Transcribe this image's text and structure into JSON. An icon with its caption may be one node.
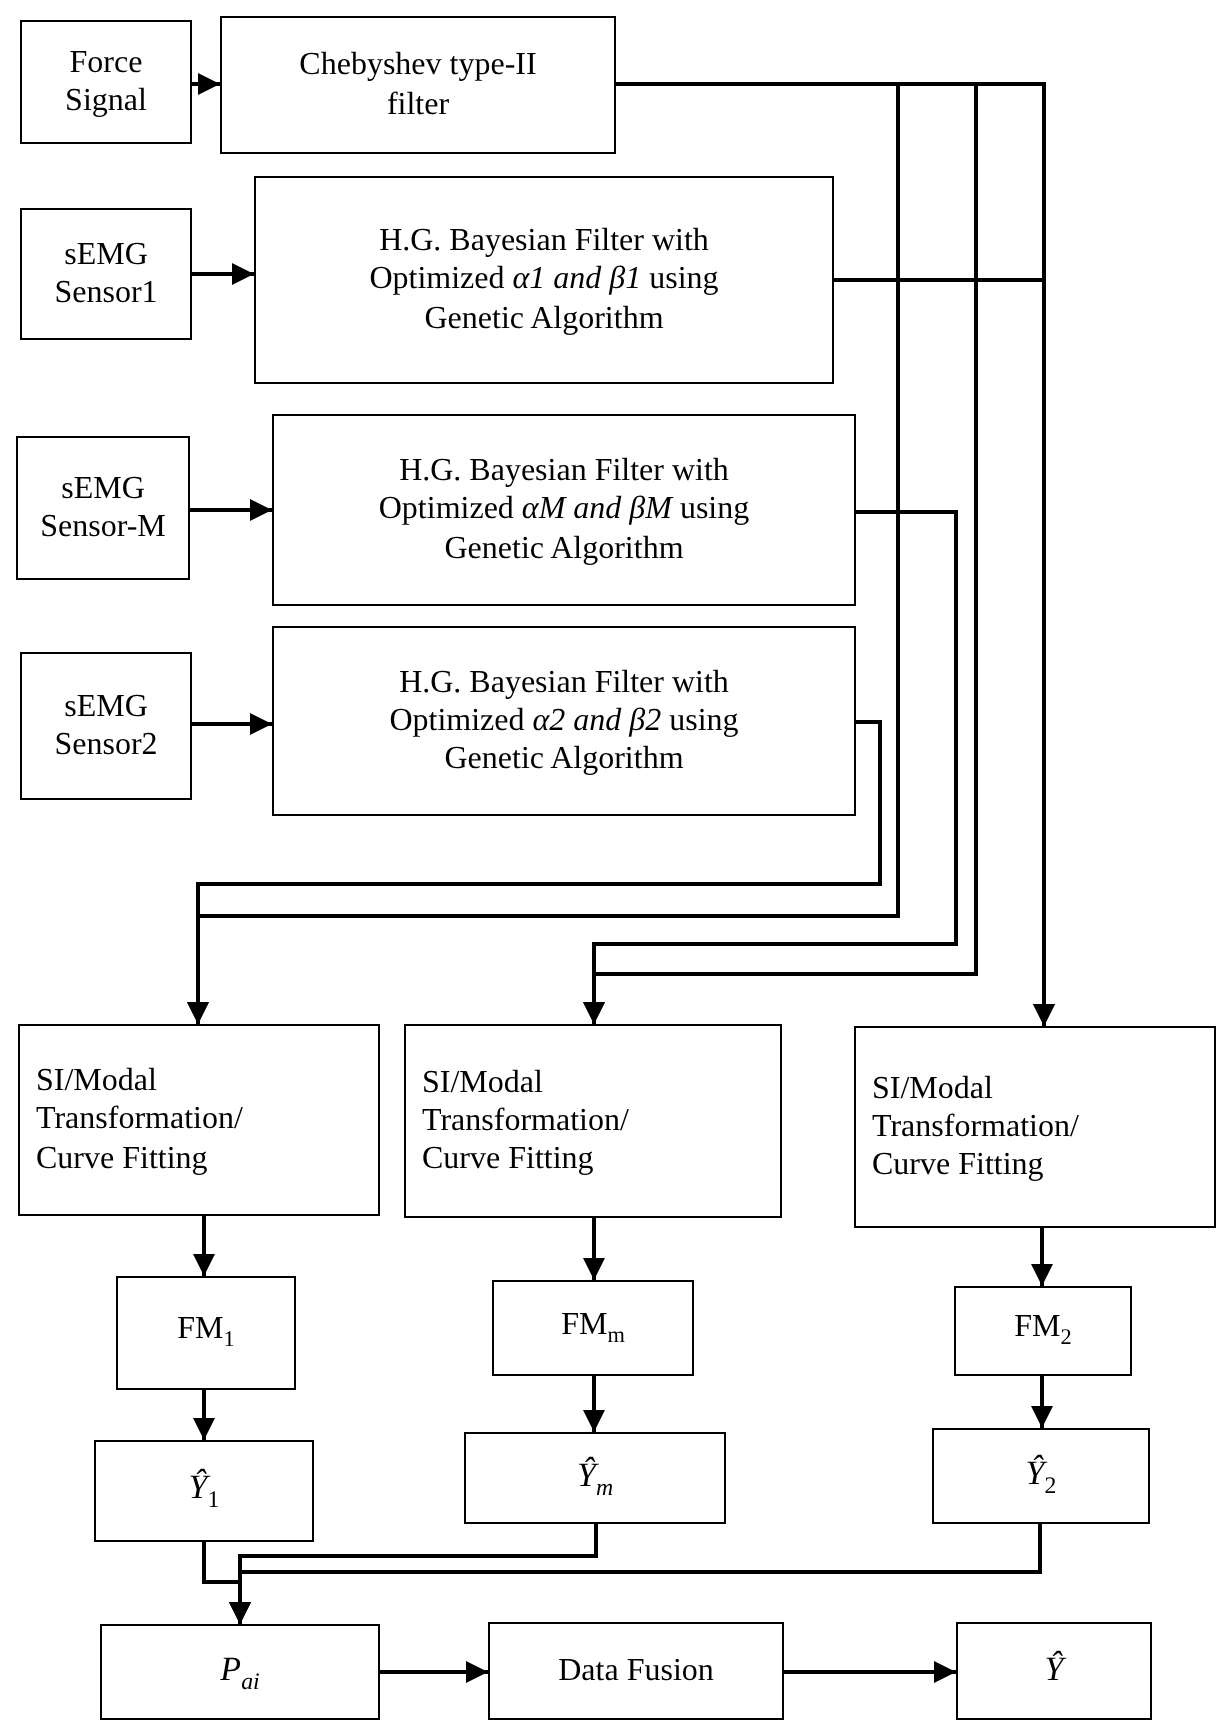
{
  "diagram": {
    "nodes": [
      {
        "text": [
          "Force Signal"
        ]
      },
      {
        "text": [
          "Chebyshev type-II filter"
        ]
      },
      {
        "text": [
          "sEMG Sensor1"
        ]
      },
      {
        "text": [
          "H.G. Bayesian Filter with Optimized *α1 and β1* using Genetic Algorithm"
        ]
      },
      {
        "text": [
          "sEMG Sensor-M"
        ]
      },
      {
        "text": [
          "H.G. Bayesian Filter with Optimized *αM and βM* using Genetic Algorithm"
        ]
      },
      {
        "text": [
          "sEMG Sensor2"
        ]
      },
      {
        "text": [
          "H.G. Bayesian Filter with Optimized *α2 and β2* using Genetic Algorithm"
        ]
      },
      {
        "text": [
          "SI/Modal Transformation/ Curve Fitting"
        ]
      },
      {
        "text": [
          "SI/Modal Transformation/ Curve Fitting"
        ]
      },
      {
        "text": [
          "SI/Modal Transformation/ Curve Fitting"
        ]
      },
      {
        "text": [
          "FM$_{1}$"
        ]
      },
      {
        "text": [
          "FM$_{m}$"
        ]
      },
      {
        "text": [
          "FM$_{2}$"
        ]
      },
      {
        "text": [
          "*Ŷ*$_{1}$"
        ]
      },
      {
        "text": [
          "*Ŷ*$_{m}$"
        ]
      },
      {
        "text": [
          "*Ŷ*$_{2}$"
        ]
      },
      {
        "text": [
          "*P*$_{ai}$"
        ]
      },
      {
        "text": [
          "Data Fusion"
        ]
      },
      {
        "text": [
          "*Ŷ*"
        ]
      }
    ],
    "edges": [
      {
        "from": 0,
        "to": 1,
        "arrow": "to"
      },
      {
        "from": 2,
        "to": 3,
        "arrow": "to"
      },
      {
        "from": 4,
        "to": 5,
        "arrow": "to"
      },
      {
        "from": 6,
        "to": 7,
        "arrow": "to"
      },
      {
        "from": 1,
        "to": 8,
        "arrow": "to"
      },
      {
        "from": 7,
        "to": 8,
        "arrow": "to"
      },
      {
        "from": 1,
        "to": 9,
        "arrow": "to"
      },
      {
        "from": 5,
        "to": 9,
        "arrow": "to"
      },
      {
        "from": 1,
        "to": 10,
        "arrow": "to"
      },
      {
        "from": 3,
        "to": 10,
        "arrow": "to"
      },
      {
        "from": 8,
        "to": 11,
        "arrow": "to"
      },
      {
        "from": 9,
        "to": 12,
        "arrow": "to"
      },
      {
        "from": 10,
        "to": 13,
        "arrow": "to"
      },
      {
        "from": 11,
        "to": 14,
        "arrow": "to"
      },
      {
        "from": 12,
        "to": 15,
        "arrow": "to"
      },
      {
        "from": 13,
        "to": 16,
        "arrow": "to"
      },
      {
        "from": 14,
        "to": 17,
        "arrow": "to"
      },
      {
        "from": 15,
        "to": 17,
        "arrow": "to"
      },
      {
        "from": 16,
        "to": 17,
        "arrow": "to"
      },
      {
        "from": 17,
        "to": 18,
        "arrow": "to"
      },
      {
        "from": 18,
        "to": 19,
        "arrow": "to"
      }
    ]
  }
}
